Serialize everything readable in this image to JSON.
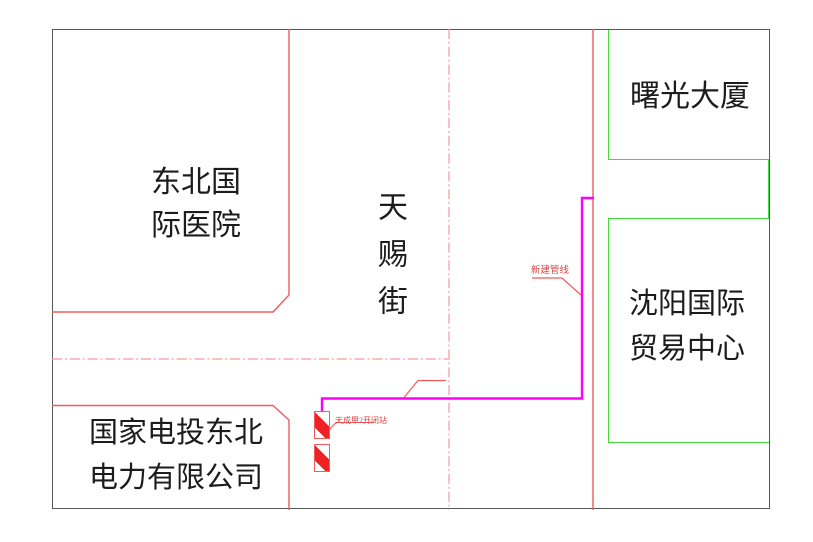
{
  "street": {
    "name": "天赐街"
  },
  "buildings": {
    "hospital": {
      "line1": "东北国",
      "line2": "际医院"
    },
    "shuguang": {
      "name": "曙光大厦"
    },
    "trade_center": {
      "line1": "沈阳国际",
      "line2": "贸易中心"
    },
    "power_company": {
      "line1": "国家电投东北",
      "line2": "电力有限公司"
    }
  },
  "annotations": {
    "pipeline_label": "新建管线",
    "station_label": "天成甲2开闭站"
  },
  "colors": {
    "boundary_red": "#f15b5b",
    "centerline_red": "#f59a9a",
    "pipeline_magenta": "#ff00ff",
    "parcel_green": "#3fdc3f",
    "frame_gray": "#57575b",
    "building_text_black": "#1c1c1c",
    "annotation_red": "#d94747"
  }
}
